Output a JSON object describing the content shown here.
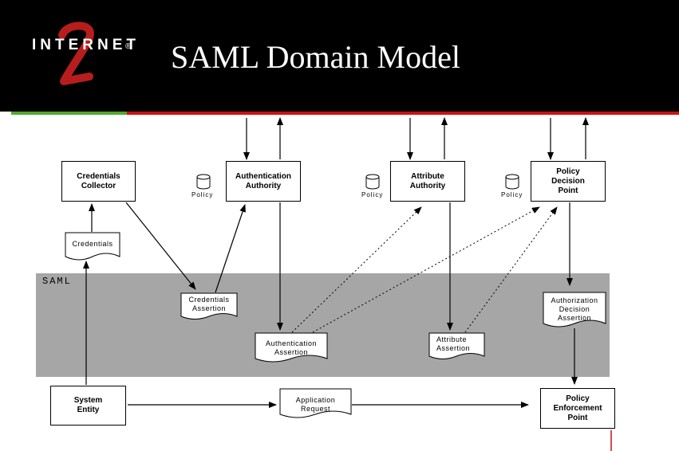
{
  "title": "SAML Domain Model",
  "logo": {
    "text": "INTERNET",
    "numeral": "2",
    "registered": "®"
  },
  "band_label": "SAML",
  "boxes": {
    "credentials_collector": "Credentials\nCollector",
    "authentication_authority": "Authentication\nAuthority",
    "attribute_authority": "Attribute\nAuthority",
    "policy_decision_point": "Policy\nDecision\nPoint",
    "system_entity": "System\nEntity",
    "policy_enforcement_point": "Policy\nEnforcement\nPoint"
  },
  "documents": {
    "credentials": "Credentials",
    "credentials_assertion": "Credentials\nAssertion",
    "authentication_assertion": "Authentication\nAssertion",
    "attribute_assertion": "Attribute\nAssertion",
    "authorization_decision_assertion": "Authorization\nDecision\nAssertion",
    "application_request": "Application\nRequest"
  },
  "policy_label": "Policy",
  "colors": {
    "header": "#000000",
    "accent_green": "#4faa2c",
    "accent_red": "#cc1111",
    "saml_band": "#a6a6a6"
  }
}
